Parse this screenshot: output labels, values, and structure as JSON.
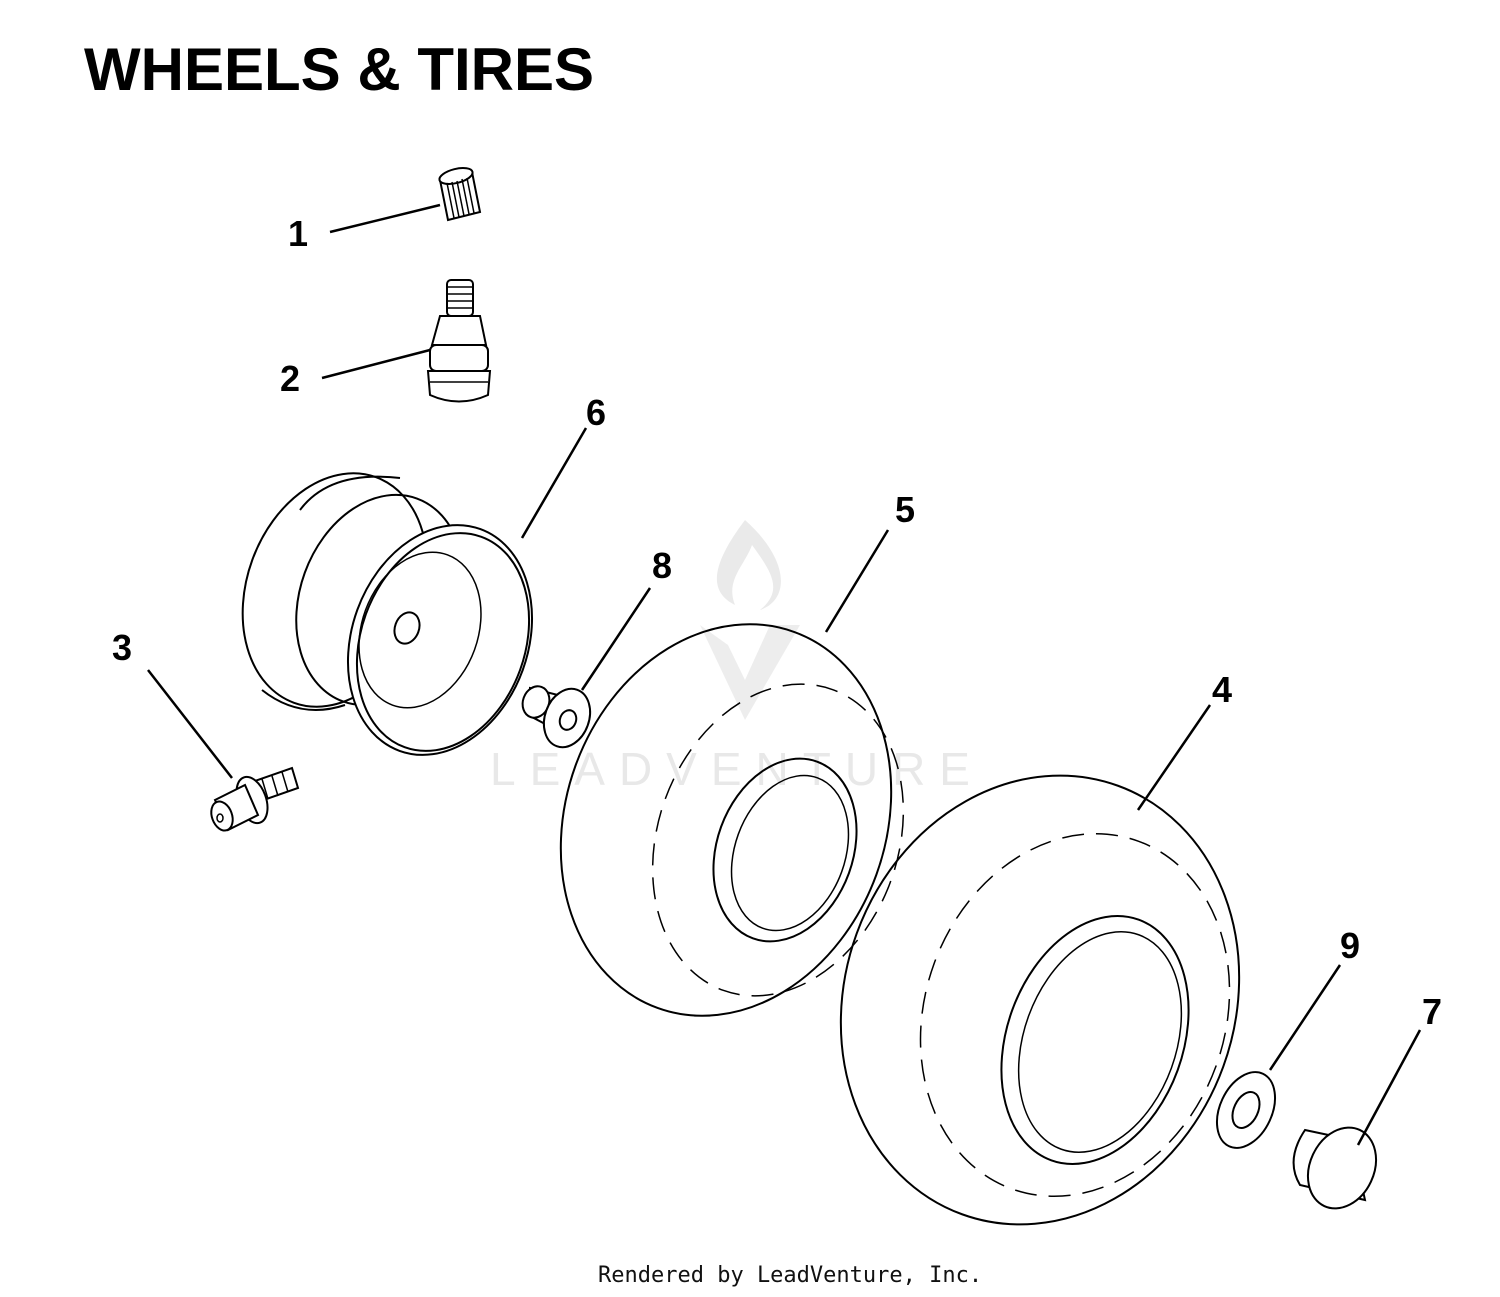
{
  "title": "WHEELS & TIRES",
  "watermark": "LEADVENTURE",
  "credit": "Rendered by LeadVenture, Inc.",
  "callouts": {
    "c1": "1",
    "c2": "2",
    "c3": "3",
    "c4": "4",
    "c5": "5",
    "c6": "6",
    "c7": "7",
    "c8": "8",
    "c9": "9"
  },
  "colors": {
    "line": "#000000",
    "background": "#ffffff",
    "watermark": "#e6e6e6"
  }
}
